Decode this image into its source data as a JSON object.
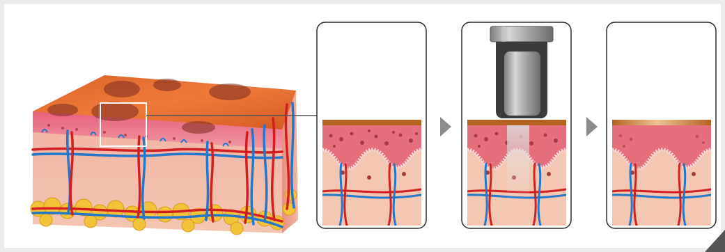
{
  "colors": {
    "background": "#ececec",
    "panel_border": "#2b2b2b",
    "epidermis_top": "#c8611f",
    "artery": "#d21f1f",
    "vein": "#2477c9",
    "dermis": "#f3c7b0",
    "pigment": "#8c2e2e",
    "fat": "#f3c43a",
    "arrow": "#8c8c8c",
    "device_metal": "#9a9a9a"
  },
  "icons": [
    "skin-block",
    "zoom-box",
    "panel-before",
    "arrow-right-icon",
    "panel-treatment",
    "laser-handpiece",
    "arrow-right-icon",
    "panel-after",
    "corner-resize-icon"
  ]
}
